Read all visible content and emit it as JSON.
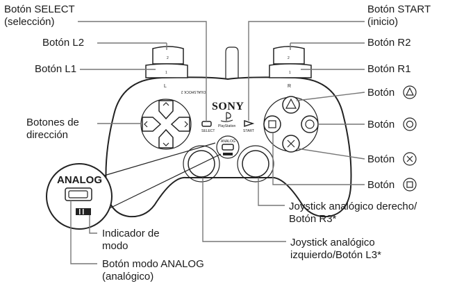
{
  "labels": {
    "select_line1": "Botón SELECT",
    "select_line2": "(selección)",
    "l2": "Botón L2",
    "l1": "Botón L1",
    "dpad_line1": "Botones de",
    "dpad_line2": "dirección",
    "start_line1": "Botón START",
    "start_line2": "(inicio)",
    "r2": "Botón R2",
    "r1": "Botón R1",
    "triangle_text": "Botón",
    "circle_text": "Botón",
    "cross_text": "Botón",
    "square_text": "Botón",
    "right_stick_line1": "Joystick analógico derecho/",
    "right_stick_line2": "Botón R3*",
    "left_stick_line1": "Joystick analógico",
    "left_stick_line2": "izquierdo/Botón L3*",
    "mode_indicator_line1": "Indicador de",
    "mode_indicator_line2": "modo",
    "analog_mode_line1": "Botón modo ANALOG",
    "analog_mode_line2": "(analógico)"
  },
  "controller": {
    "brand": "SONY",
    "platform": "PlayStation",
    "select_text": "SELECT",
    "start_text": "START",
    "analog_text": "ANALOG",
    "model_text": "DUALSHOCK 2",
    "l_mark": "L",
    "r_mark": "R",
    "l1_mark": "1",
    "l2_mark": "2",
    "r1_mark": "1",
    "r2_mark": "2"
  },
  "inset": {
    "analog_text": "ANALOG"
  }
}
